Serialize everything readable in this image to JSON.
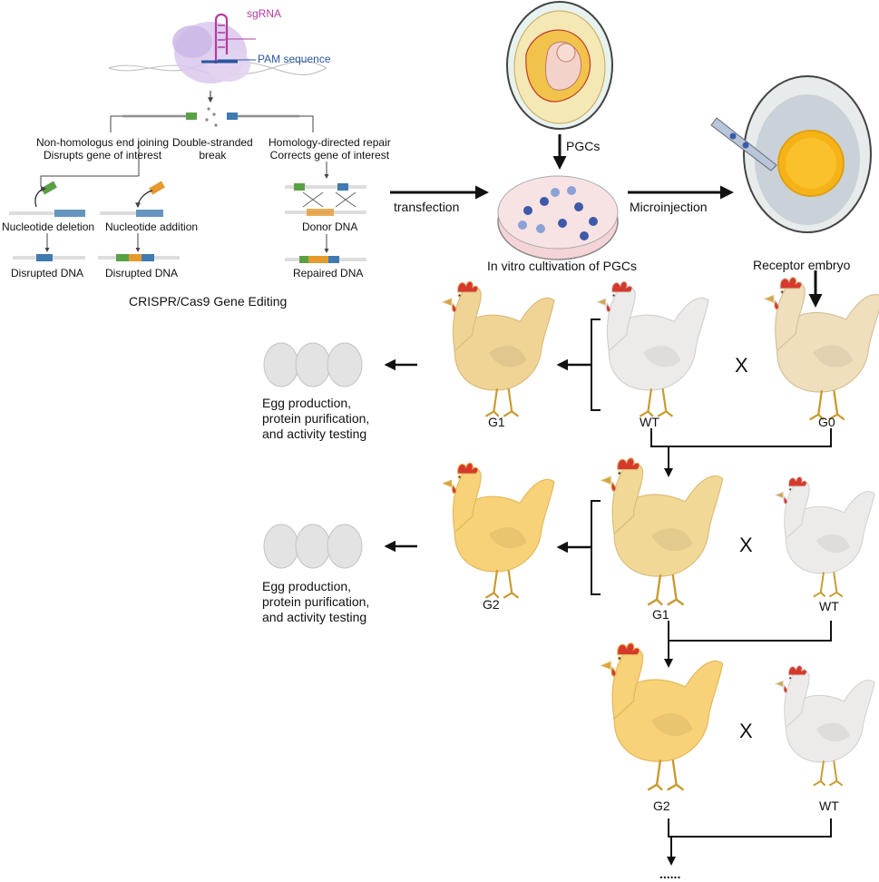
{
  "crispr": {
    "sgrna_label": "sgRNA",
    "pam_label": "PAM sequence",
    "nhej_line1": "Non-homologus end joining",
    "nhej_line2": "Disrupts gene of interest",
    "dsb_line1": "Double-stranded",
    "dsb_line2": "break",
    "hdr_line1": "Homology-directed repair",
    "hdr_line2": "Corrects gene of interest",
    "deletion_label": "Nucleotide deletion",
    "addition_label": "Nucleotide addition",
    "donor_label": "Donor DNA",
    "disrupted_left": "Disrupted DNA",
    "disrupted_mid": "Disrupted DNA",
    "repaired_label": "Repaired DNA",
    "caption": "CRISPR/Cas9 Gene Editing"
  },
  "pipeline": {
    "pgcs_label": "PGCs",
    "transfection_label": "transfection",
    "microinjection_label": "Microinjection",
    "cultivation_label": "In vitro cultivation of PGCs",
    "receptor_label": "Receptor embryo"
  },
  "breeding": {
    "row1": {
      "offspring": "G1",
      "parent_a": "WT",
      "parent_b": "G0",
      "cross": "X"
    },
    "row2": {
      "offspring": "G2",
      "parent_a": "G1",
      "parent_b": "WT",
      "cross": "X"
    },
    "row3": {
      "parent_a": "G2",
      "parent_b": "WT",
      "cross": "X"
    },
    "continuation": "......"
  },
  "eggs": {
    "row1_text": "Egg production, protein purification, and activity testing",
    "row2_text": "Egg production, protein purification, and activity testing"
  },
  "colors": {
    "wild_type_hen": "#ecebea",
    "g0_hen": "#f0dfbd",
    "g1_hen": "#f2d896",
    "g2_hen": "#f8d278",
    "comb": "#d6392b",
    "egg": "#e3e3e3",
    "petri": "#f4d4d6",
    "cell": "#3d5aa8",
    "sgrna": "#b23ba0",
    "pam": "#2a55a0",
    "cas9": "#d9c8ec"
  }
}
